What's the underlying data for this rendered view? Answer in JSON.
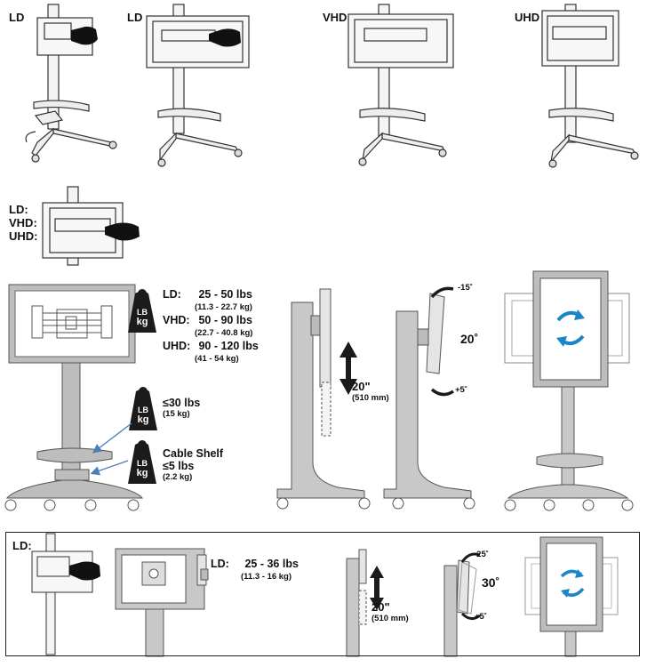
{
  "top_row": {
    "labels": [
      "LD",
      "LD",
      "VHD",
      "UHD"
    ]
  },
  "mid_row": {
    "labels": [
      "LD:",
      "VHD:",
      "UHD:"
    ]
  },
  "weights": {
    "badge_text_top": "LB",
    "badge_text_bottom": "kg",
    "models": [
      {
        "name": "LD:",
        "range": "25 - 50 lbs",
        "metric": "(11.3 - 22.7 kg)"
      },
      {
        "name": "VHD:",
        "range": "50 - 90 lbs",
        "metric": "(22.7 - 40.8 kg)"
      },
      {
        "name": "UHD:",
        "range": "90 - 120 lbs",
        "metric": "(41 - 54 kg)"
      }
    ],
    "shelf": {
      "range": "≤30 lbs",
      "metric": "(15 kg)"
    },
    "cable_shelf": {
      "title": "Cable Shelf",
      "range": "≤5 lbs",
      "metric": "(2.2 kg)"
    }
  },
  "height_adjust": {
    "value": "20\"",
    "metric": "(510 mm)"
  },
  "tilt": {
    "up": "-15˚",
    "range": "20˚",
    "down": "+5˚"
  },
  "bottom_panel": {
    "label": "LD:",
    "model": "LD:",
    "range": "25 - 36 lbs",
    "metric": "(11.3 - 16 kg)",
    "height_value": "20\"",
    "height_metric": "(510 mm)",
    "tilt_up": "-25˚",
    "tilt_range": "30˚",
    "tilt_down": "+5˚"
  },
  "colors": {
    "frame_gray": "#bdbdbd",
    "frame_dark": "#6e6e6e",
    "accent_blue": "#1a86c8",
    "pointer_blue": "#4a7fb5",
    "badge_dark": "#1b1b1b"
  }
}
